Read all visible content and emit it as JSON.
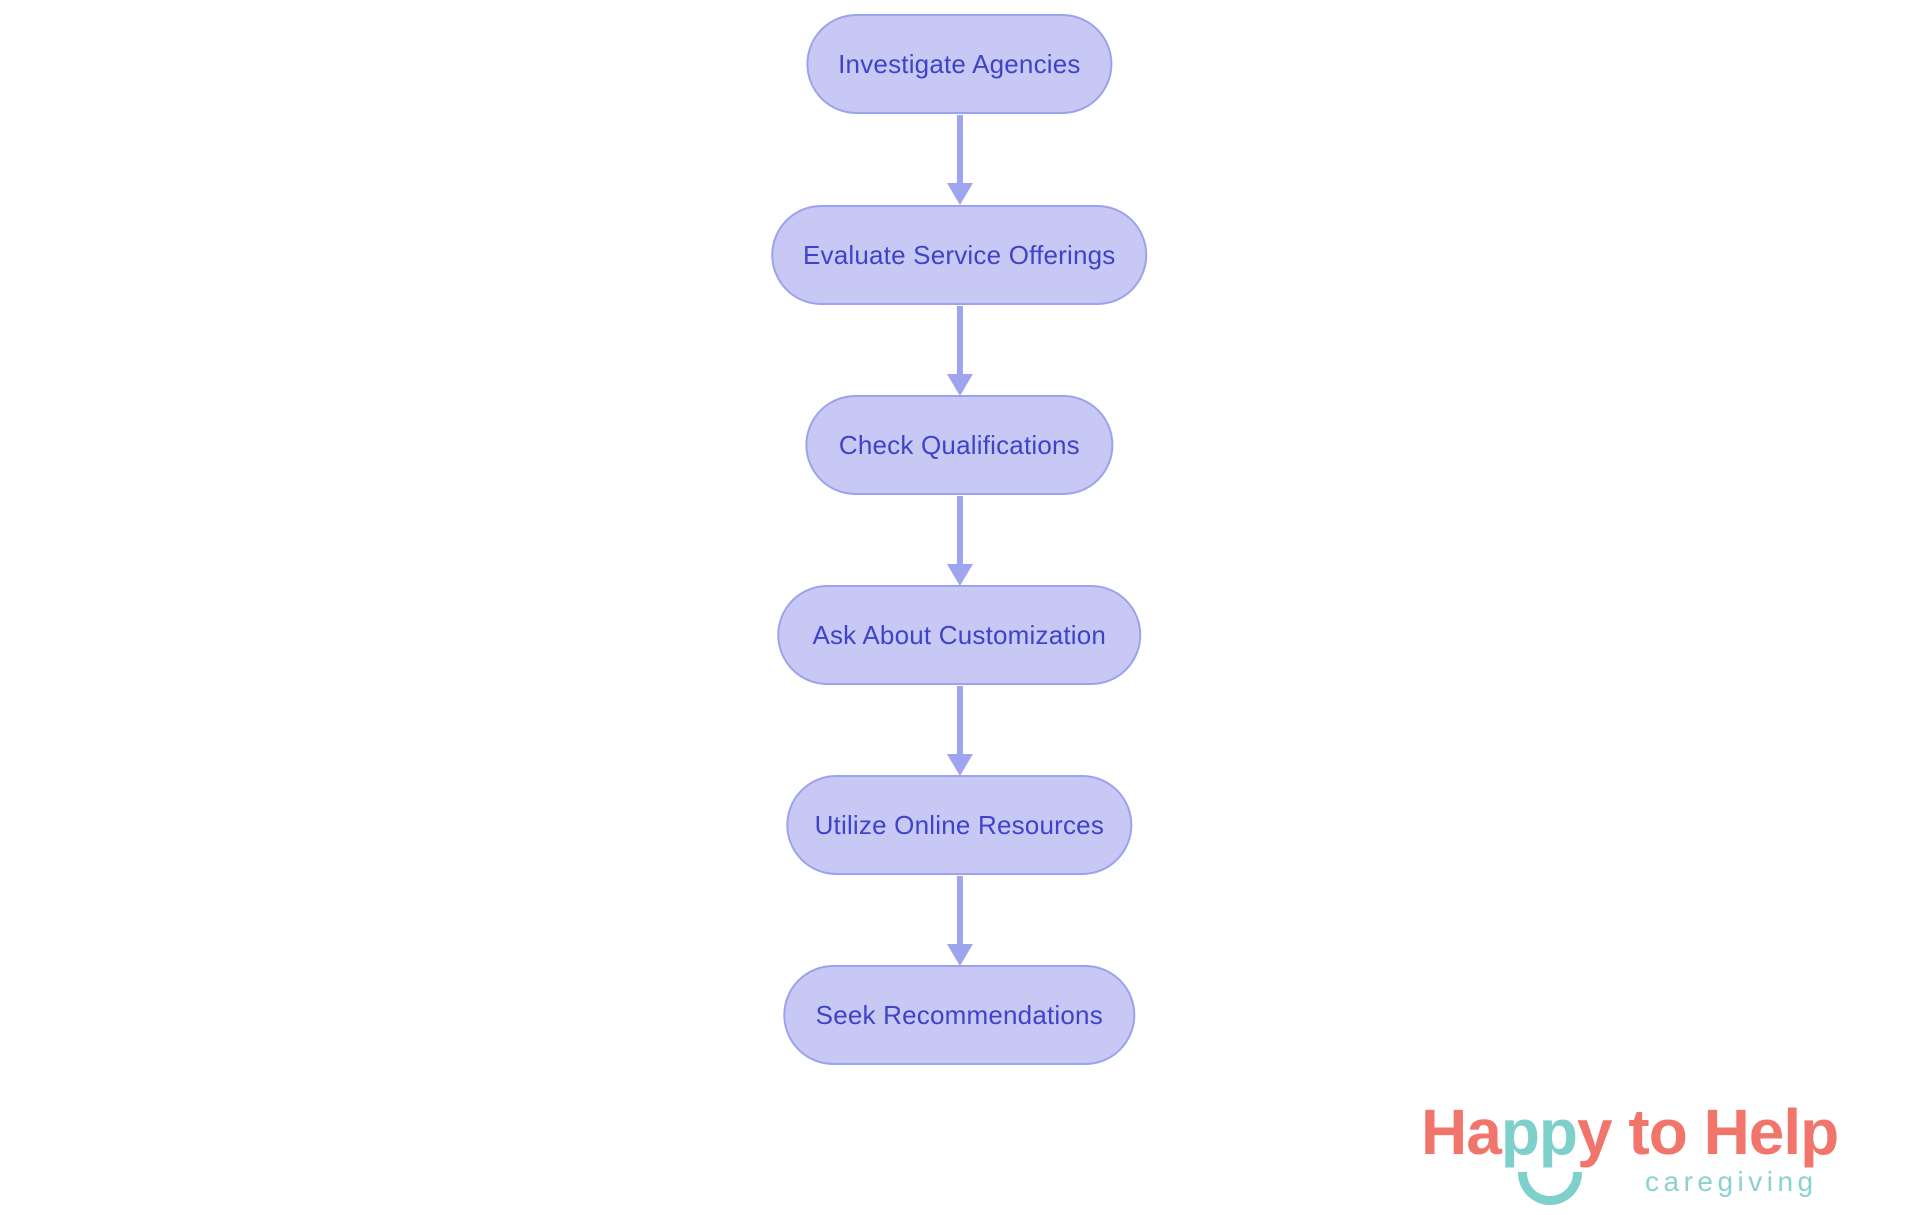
{
  "diagram": {
    "type": "flowchart",
    "direction": "top-down",
    "nodes": [
      {
        "id": 0,
        "label": "Investigate Agencies"
      },
      {
        "id": 1,
        "label": "Evaluate Service Offerings"
      },
      {
        "id": 2,
        "label": "Check Qualifications"
      },
      {
        "id": 3,
        "label": "Ask About Customization"
      },
      {
        "id": 4,
        "label": "Utilize Online Resources"
      },
      {
        "id": 5,
        "label": "Seek Recommendations"
      }
    ],
    "edges": [
      {
        "from": 0,
        "to": 1
      },
      {
        "from": 1,
        "to": 2
      },
      {
        "from": 2,
        "to": 3
      },
      {
        "from": 3,
        "to": 4
      },
      {
        "from": 4,
        "to": 5
      }
    ],
    "colors": {
      "node_fill": "#c7c9f4",
      "node_border": "#9ba2ee",
      "node_text": "#3e43c9",
      "arrow": "#9fa4ef",
      "background": "#ffffff"
    }
  },
  "logo": {
    "part_ha": "Ha",
    "part_pp": "pp",
    "part_y": "y",
    "part_to": " to ",
    "part_help": "Help",
    "subtitle": "caregiving",
    "colors": {
      "coral": "#f2756b",
      "teal": "#7ed0cb"
    }
  }
}
